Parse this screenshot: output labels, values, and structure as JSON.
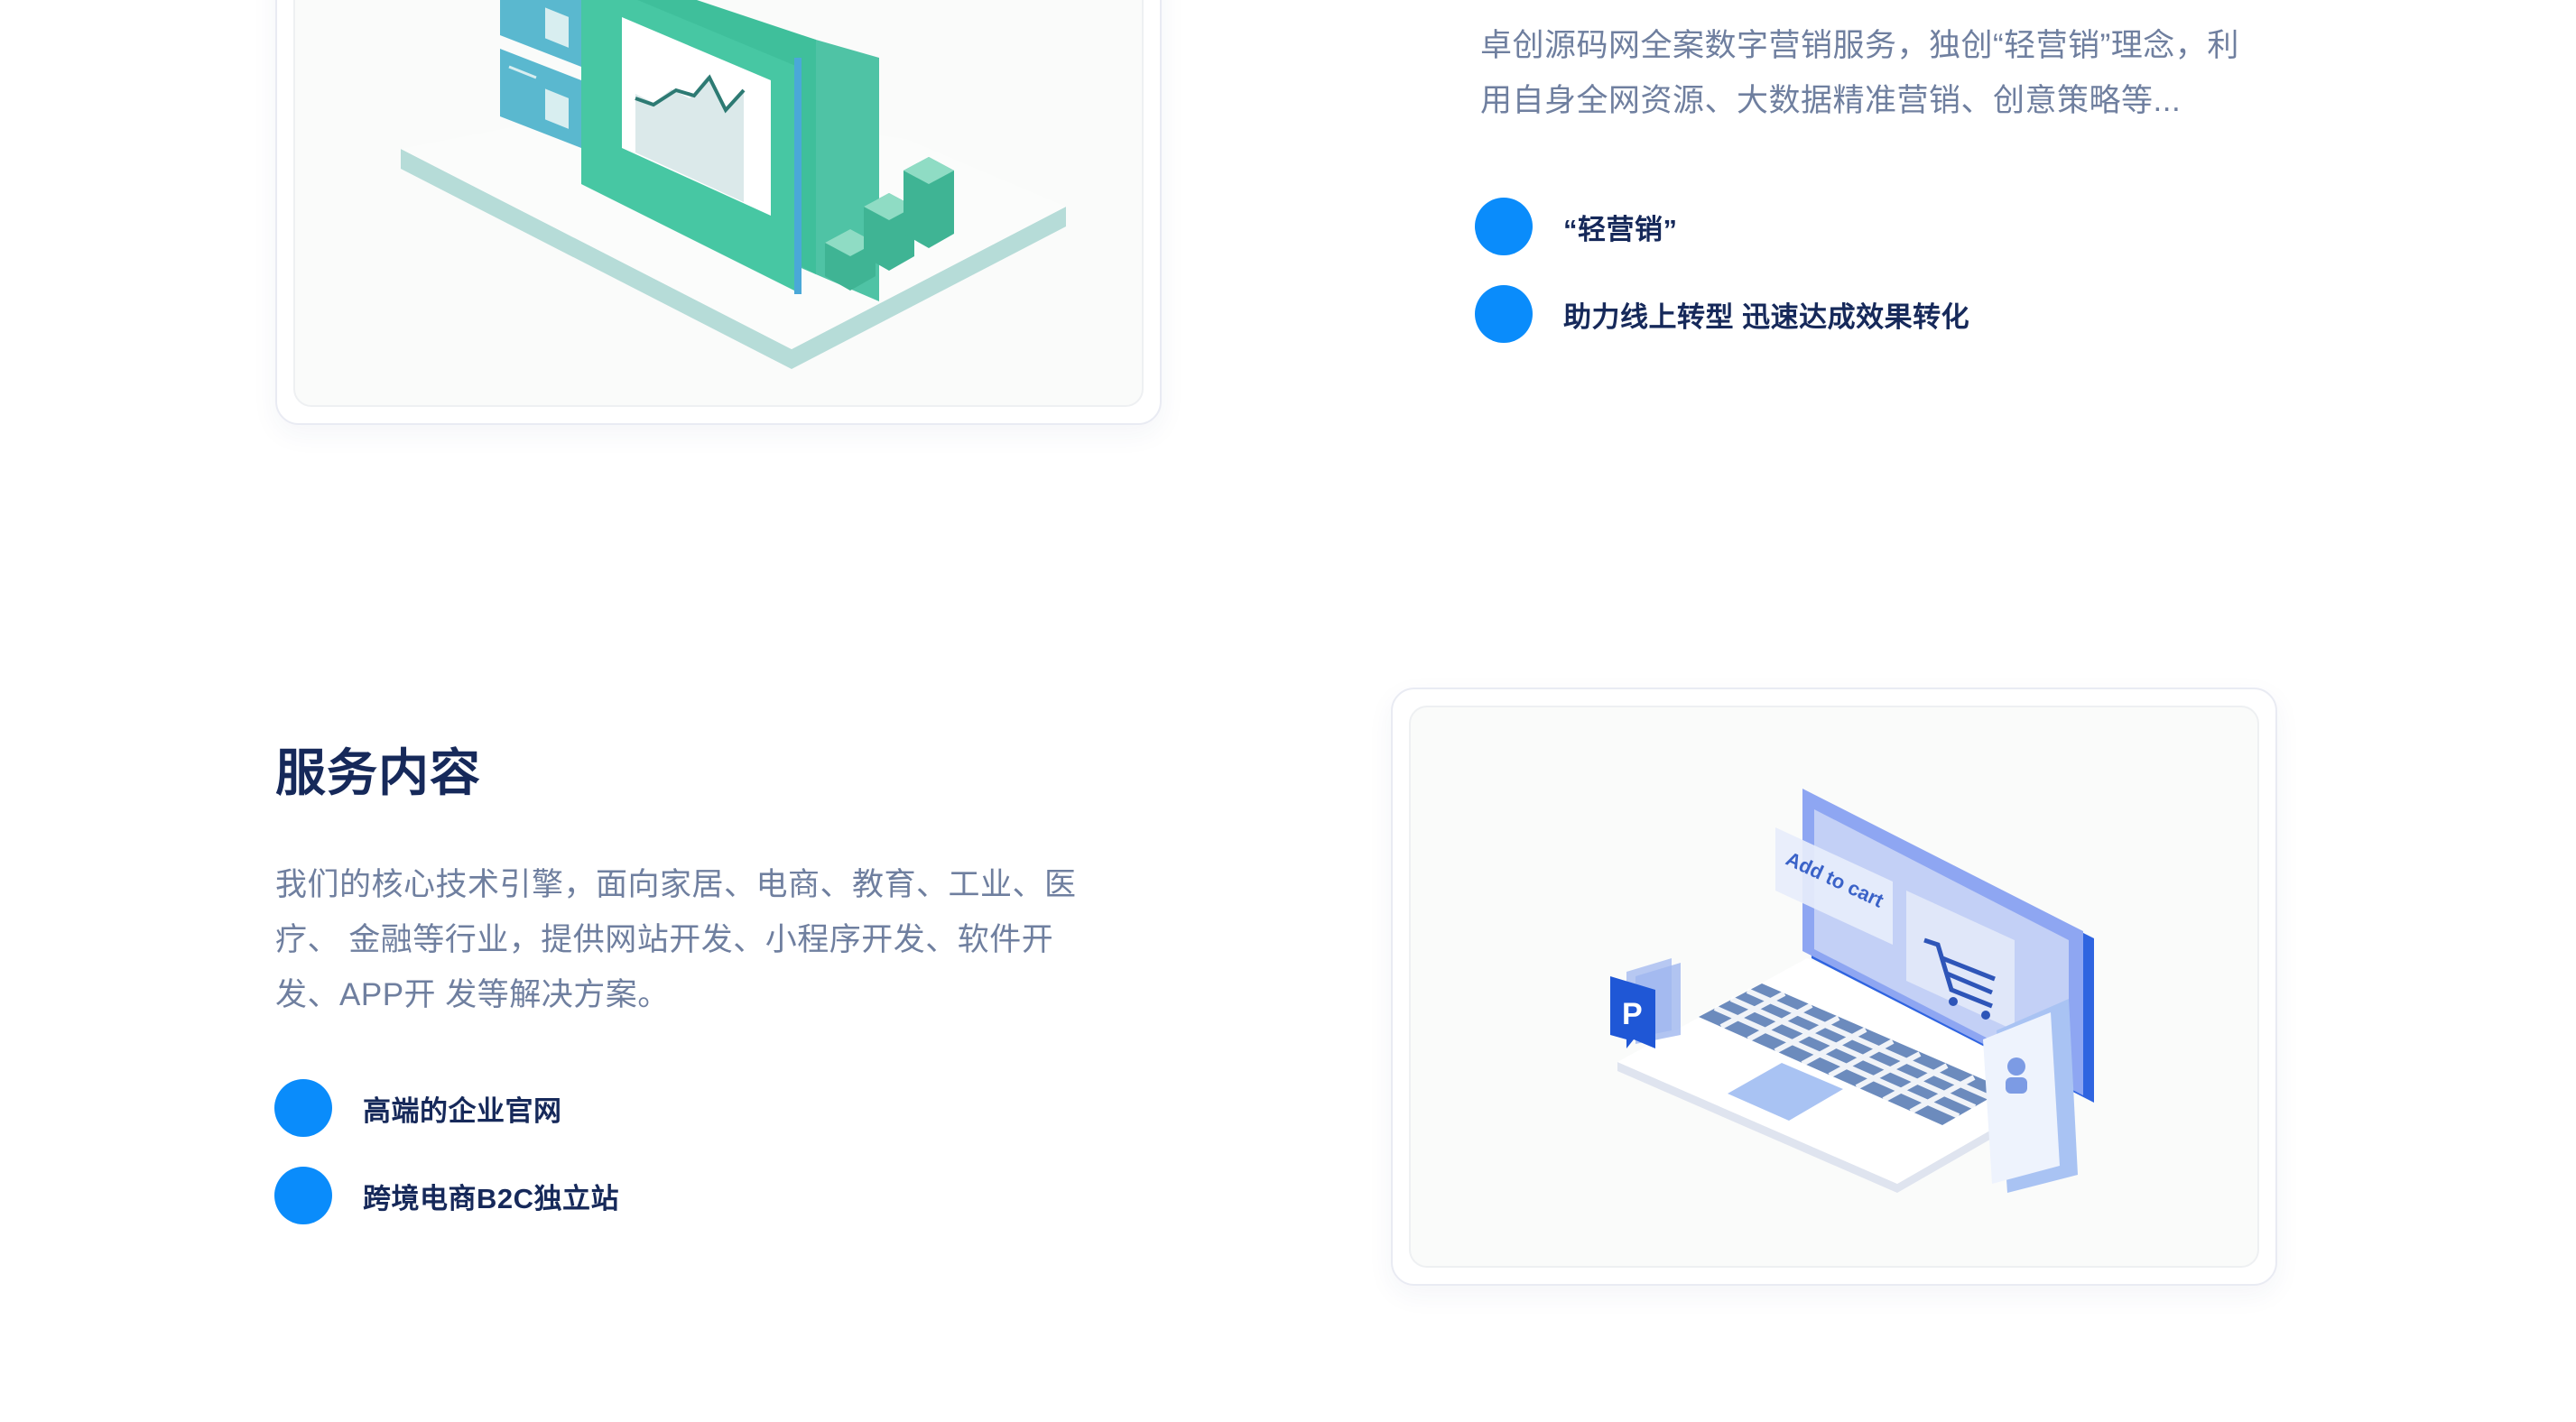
{
  "colors": {
    "accent_dot": "#0a8cfb",
    "heading": "#16295a",
    "body_text": "#6f7f9f",
    "card_border": "#e9ebf3",
    "teal_primary": "#4cc4a0",
    "teal_side": "#5ab8cf",
    "laptop_blue": "#4c7ff0"
  },
  "section_marketing": {
    "description": "卓创源码网全案数字营销服务，独创“轻营销”理念，利用自身全网资源、大数据精准营销、创意策略等...",
    "bullets": [
      {
        "label": "“轻营销”"
      },
      {
        "label": "助力线上转型 迅速达成效果转化"
      }
    ],
    "illustration": "isometric-dashboard-chart-illustration"
  },
  "section_services": {
    "title": "服务内容",
    "description": "我们的核心技术引擎，面向家居、电商、教育、工业、医疗、 金融等行业，提供网站开发、小程序开发、软件开发、APP开 发等解决方案。",
    "bullets": [
      {
        "label": "高端的企业官网"
      },
      {
        "label": "跨境电商B2C独立站"
      }
    ],
    "illustration": {
      "name": "isometric-laptop-ecommerce-illustration",
      "screen_label": "Add to cart",
      "payment_badge": "P"
    }
  }
}
